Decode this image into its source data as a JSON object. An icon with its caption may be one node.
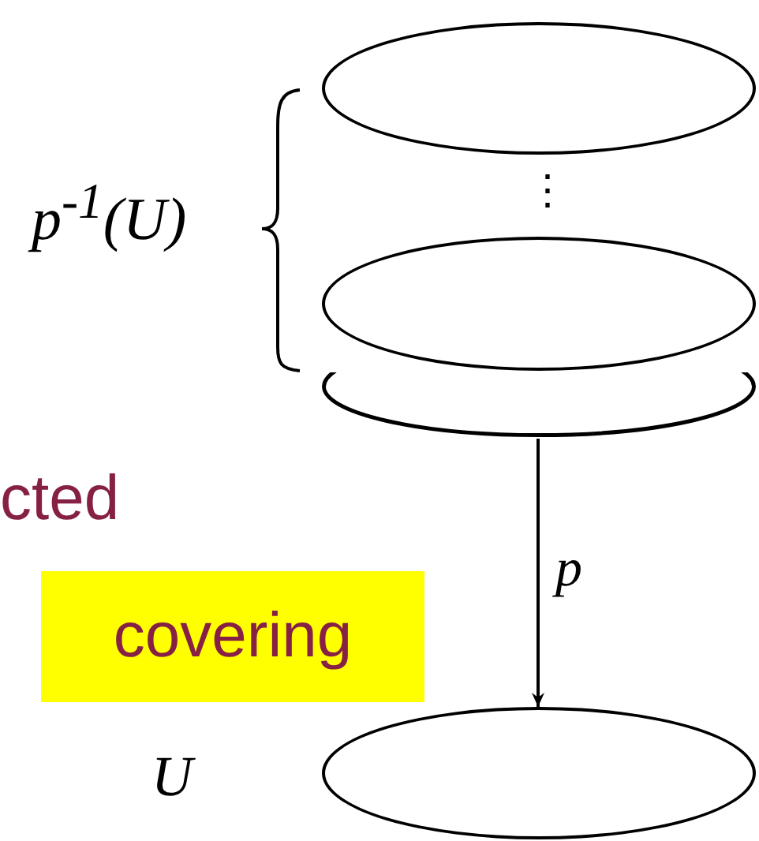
{
  "diagram": {
    "nodes": [
      {
        "text": [],
        "shape": "ellipse"
      },
      {
        "text": [],
        "shape": "ellipse"
      },
      {
        "text": [],
        "shape": "ellipse"
      },
      {
        "text": [
          "covering"
        ]
      },
      {
        "text": [],
        "shape": "ellipse"
      }
    ],
    "edges": [
      {
        "from": 2,
        "to": 4,
        "arrow": "to",
        "label": "p"
      }
    ],
    "labels": [
      "p$^{-1}$(U)",
      "⋮",
      "cted",
      "U"
    ]
  }
}
